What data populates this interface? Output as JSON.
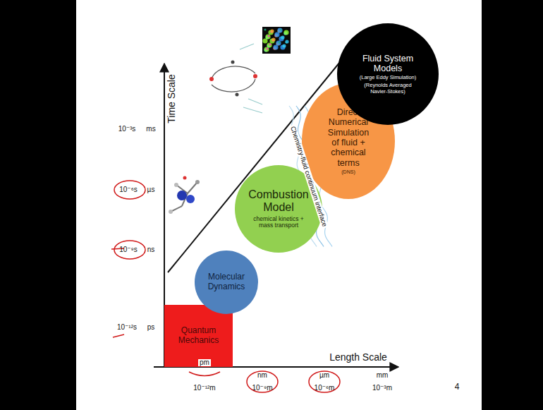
{
  "diagram": {
    "nodes": [
      {
        "text": [
          "Quantum Mechanics"
        ]
      },
      {
        "text": [
          "Molecular Dynamics"
        ]
      },
      {
        "text": [
          "Combustion Model",
          "chemical kinetics + mass transport"
        ]
      },
      {
        "text": [
          "Direct Numerical Simulation of fluid + chemical terms",
          "(DNS)"
        ]
      },
      {
        "text": [
          "Fluid System Models",
          "(Large Eddy Simulation)",
          "(Reynolds Averaged Navier-Stokes)"
        ]
      }
    ],
    "edges": [],
    "labels": [
      "Time Scale",
      "10⁻³s",
      "ms",
      "10⁻⁶s",
      "µs",
      "10⁻⁹s",
      "ns",
      "10⁻¹²s",
      "ps",
      "Chemistry-fluid continuum interface",
      "Length Scale",
      "pm",
      "10⁻¹²m",
      "nm",
      "10⁻⁹m",
      "µm",
      "10⁻⁶m",
      "mm",
      "10⁻³m",
      "4"
    ]
  }
}
